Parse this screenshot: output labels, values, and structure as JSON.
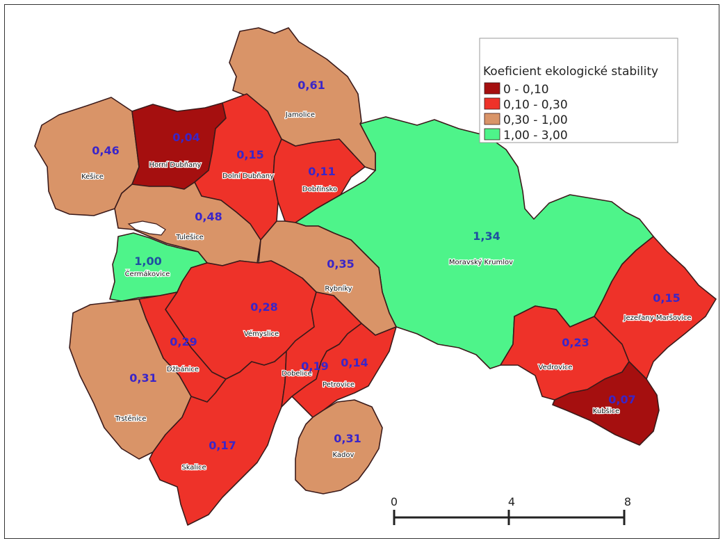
{
  "legend": {
    "title": "Koeficient ekologické stability",
    "classes": [
      {
        "label": "0 - 0,10",
        "color": "#a50f0f"
      },
      {
        "label": "0,10 - 0,30",
        "color": "#ee3229"
      },
      {
        "label": "0,30 - 1,00",
        "color": "#d99468"
      },
      {
        "label": "1,00 - 3,00",
        "color": "#4ef48a"
      }
    ]
  },
  "value_color": "#3a25c8",
  "value_color_green": "#1f4fa0",
  "regions": [
    {
      "id": "jamolice",
      "name": "Jamolice",
      "value": "0,61",
      "class": 2
    },
    {
      "id": "kesice",
      "name": "Kešice",
      "value": "0,46",
      "class": 2
    },
    {
      "id": "horni-dubnany",
      "name": "Horní Dubňany",
      "value": "0,04",
      "class": 0
    },
    {
      "id": "dolni-dubnany",
      "name": "Dolní Dubňany",
      "value": "0,15",
      "class": 1
    },
    {
      "id": "dobrinsko",
      "name": "Dobřínsko",
      "value": "0,11",
      "class": 1
    },
    {
      "id": "moravsky-krumlov",
      "name": "Moravský Krumlov",
      "value": "1,34",
      "class": 3
    },
    {
      "id": "tulesice",
      "name": "Tulešice",
      "value": "0,48",
      "class": 2
    },
    {
      "id": "cermakovice",
      "name": "Čermákovice",
      "value": "1,00",
      "class": 3
    },
    {
      "id": "rybniky",
      "name": "Rybníky",
      "value": "0,35",
      "class": 2
    },
    {
      "id": "vemyslice",
      "name": "Vémyslice",
      "value": "0,28",
      "class": 1
    },
    {
      "id": "dzbanice",
      "name": "Džbánice",
      "value": "0,29",
      "class": 1
    },
    {
      "id": "trstenice",
      "name": "Trstěnice",
      "value": "0,31",
      "class": 2
    },
    {
      "id": "skalice",
      "name": "Skalice",
      "value": "0,17",
      "class": 1
    },
    {
      "id": "dobelice",
      "name": "Dobelice",
      "value": "0,19",
      "class": 1
    },
    {
      "id": "petrovice",
      "name": "Petrovice",
      "value": "0,14",
      "class": 1
    },
    {
      "id": "kadov",
      "name": "Kadov",
      "value": "0,31",
      "class": 2
    },
    {
      "id": "vedrovice",
      "name": "Vedrovice",
      "value": "0,23",
      "class": 1
    },
    {
      "id": "jezerany-marsovice",
      "name": "Jezeřany-Maršovice",
      "value": "0,15",
      "class": 1
    },
    {
      "id": "kubsice",
      "name": "Kubšice",
      "value": "0,07",
      "class": 0
    }
  ],
  "scale_bar": {
    "ticks": [
      "0",
      "4",
      "8"
    ]
  }
}
